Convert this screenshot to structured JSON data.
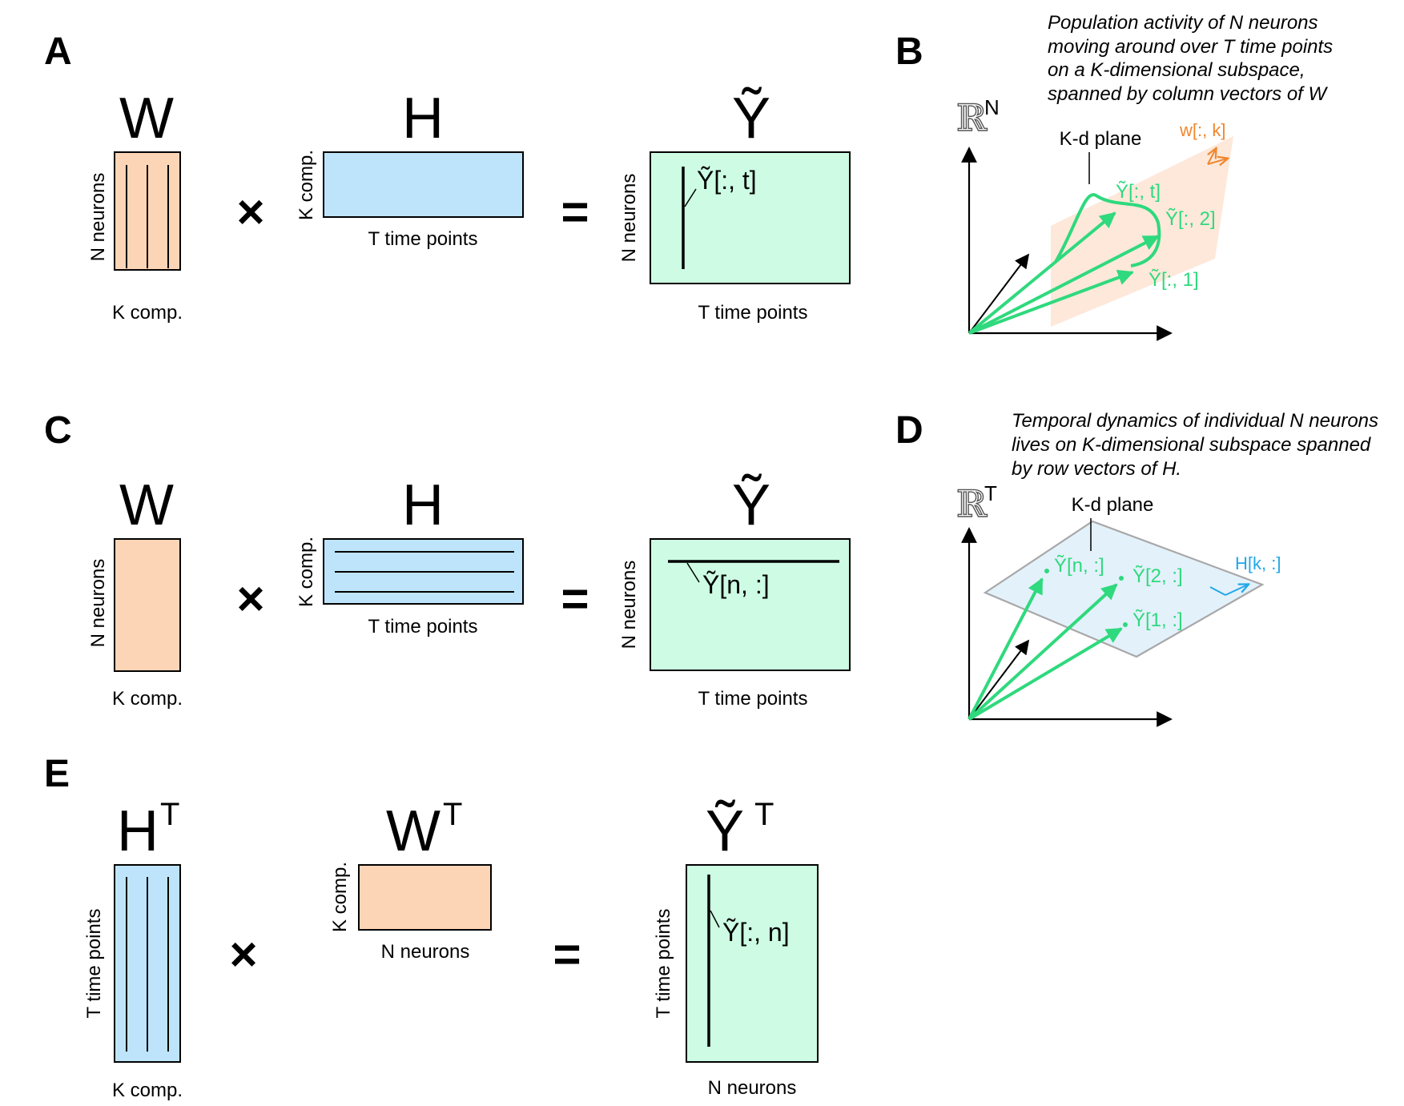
{
  "panels": {
    "a": "A",
    "b": "B",
    "c": "C",
    "d": "D",
    "e": "E"
  },
  "symbols": {
    "times": "×",
    "equals": "="
  },
  "row_a": {
    "w": {
      "title": "W",
      "rows_label": "N neurons",
      "cols_label": "K comp."
    },
    "h": {
      "title": "H",
      "rows_label": "K comp.",
      "cols_label": "T time points"
    },
    "y": {
      "title": "Ỹ",
      "rows_label": "N neurons",
      "cols_label": "T time points",
      "annotation": "Ỹ[:, t]"
    }
  },
  "row_c": {
    "w": {
      "title": "W",
      "rows_label": "N neurons",
      "cols_label": "K comp."
    },
    "h": {
      "title": "H",
      "rows_label": "K comp.",
      "cols_label": "T time points"
    },
    "y": {
      "title": "Ỹ",
      "rows_label": "N neurons",
      "cols_label": "T time points",
      "annotation": "Ỹ[n, :]"
    }
  },
  "row_e": {
    "ht": {
      "title": "H",
      "sup": "T",
      "rows_label": "T time points",
      "cols_label": "K comp."
    },
    "wt": {
      "title": "W",
      "sup": "T",
      "rows_label": "K comp.",
      "cols_label": "N neurons"
    },
    "yt": {
      "title": "Ỹ",
      "sup": "T",
      "rows_label": "T time points",
      "cols_label": "N neurons",
      "annotation": "Ỹ[:, n]"
    }
  },
  "panel_b": {
    "caption": [
      "Population activity of N neurons",
      "moving around over T time points",
      "on a K-dimensional subspace,",
      "spanned by column vectors of W"
    ],
    "space": "ℝ",
    "space_sup": "N",
    "plane_label": "K-d plane",
    "basis_label": "w[:, k]",
    "vector_labels": [
      "Ỹ[:, t]",
      "Ỹ[:, 2]",
      "Ỹ[:, 1]"
    ]
  },
  "panel_d": {
    "caption": [
      "Temporal dynamics of individual N neurons",
      "lives on K-dimensional subspace spanned",
      "by row vectors of H."
    ],
    "space": "ℝ",
    "space_sup": "T",
    "plane_label": "K-d plane",
    "basis_label": "H[k, :]",
    "vector_labels": [
      "Ỹ[n, :]",
      "Ỹ[2, :]",
      "Ỹ[1, :]"
    ]
  },
  "colors": {
    "orange": "#fcd5b6",
    "blue": "#bde4fb",
    "green": "#cdfbe4",
    "vector_green": "#2fd97d",
    "plane_b": "#fde8da",
    "plane_d": "#e3f1fb"
  }
}
